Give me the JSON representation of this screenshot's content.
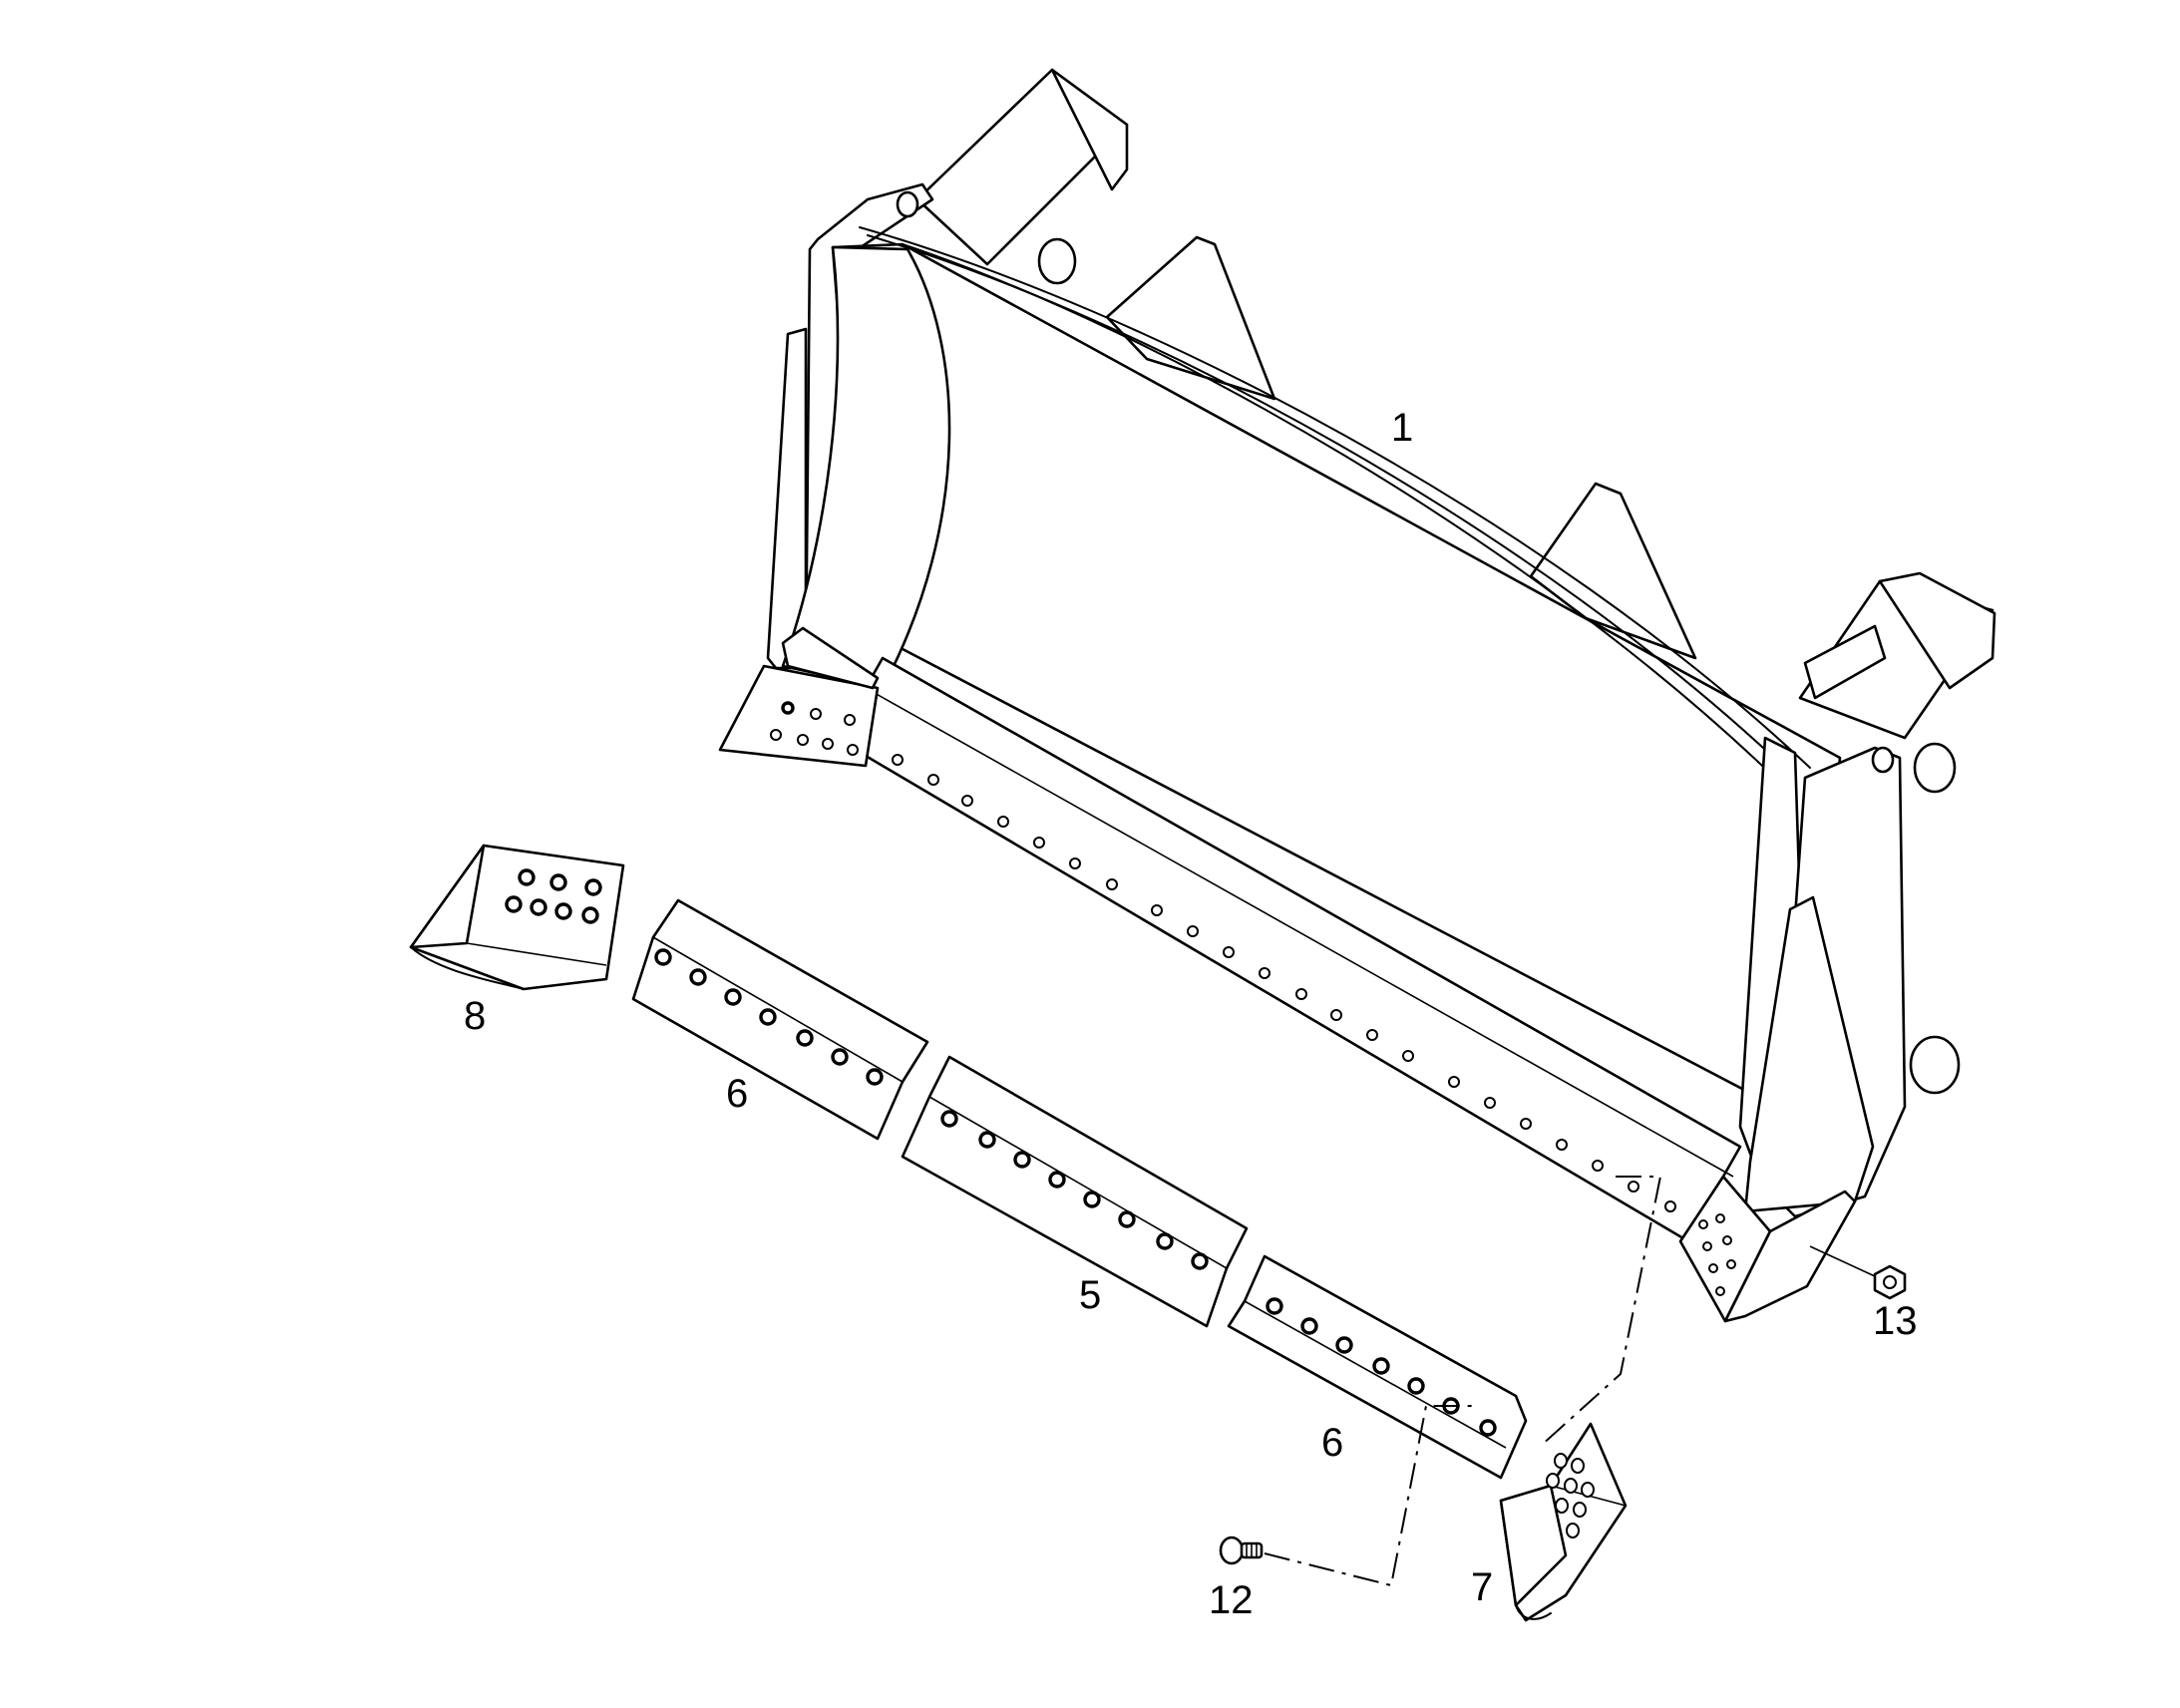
{
  "callouts": [
    {
      "id": "1",
      "text": "1"
    },
    {
      "id": "5",
      "text": "5"
    },
    {
      "id": "6a",
      "text": "6"
    },
    {
      "id": "6b",
      "text": "6"
    },
    {
      "id": "7",
      "text": "7"
    },
    {
      "id": "8",
      "text": "8"
    },
    {
      "id": "12",
      "text": "12"
    },
    {
      "id": "13",
      "text": "13"
    }
  ]
}
